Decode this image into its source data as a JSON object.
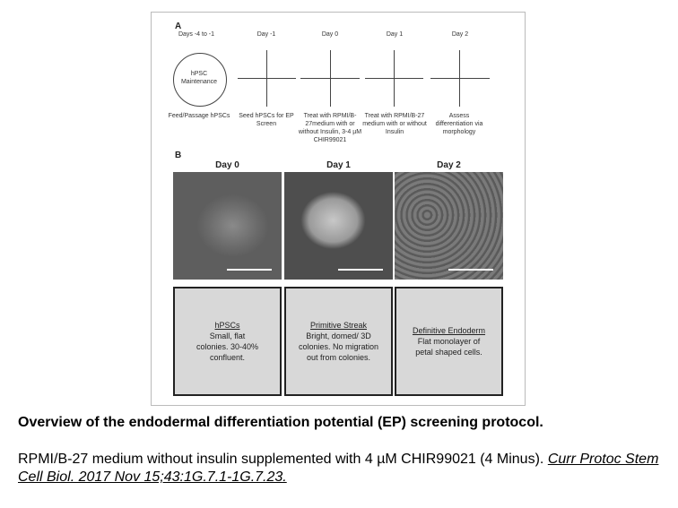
{
  "panel_a": {
    "label": "A",
    "columns": [
      {
        "day": "Days -4 to -1",
        "node": "hPSC Maintenance",
        "desc": "Feed/Passage hPSCs"
      },
      {
        "day": "Day -1",
        "desc": "Seed hPSCs for EP Screen"
      },
      {
        "day": "Day 0",
        "desc": "Treat with RPMI/B-27medium with or without Insulin, 3-4 µM CHIR99021"
      },
      {
        "day": "Day 1",
        "desc": "Treat with RPMI/B-27 medium with or without Insulin"
      },
      {
        "day": "Day 2",
        "desc": "Assess differentiation via morphology"
      }
    ]
  },
  "panel_b": {
    "label": "B",
    "images": [
      {
        "title": "Day 0"
      },
      {
        "title": "Day 1"
      },
      {
        "title": "Day 2"
      }
    ],
    "boxes": [
      {
        "heading": "hPSCs",
        "text": "Small, flat colonies. 30-40% confluent."
      },
      {
        "heading": "Primitive Streak",
        "text": "Bright, domed/ 3D colonies. No migration out from colonies."
      },
      {
        "heading": "Definitive Endoderm",
        "text": "Flat monolayer of petal shaped cells."
      }
    ]
  },
  "caption": {
    "title": "Overview of the endodermal differentiation potential (EP) screening protocol.",
    "body": "RPMI/B-27 medium without insulin supplemented with 4 µM CHIR99021 (4 Minus).",
    "citation": "Curr Protoc Stem Cell Biol. 2017 Nov 15;43:1G.7.1-1G.7.23."
  }
}
